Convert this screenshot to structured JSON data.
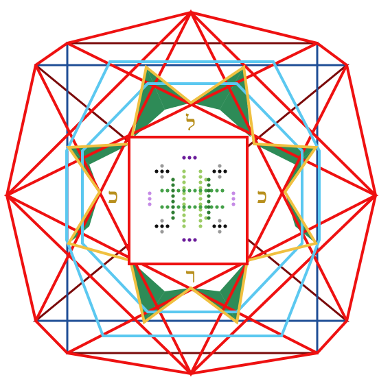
{
  "colors": {
    "background": "#ffffff",
    "outer_frame": "#ee1111",
    "dark_square": "#7a0a0a",
    "blue_star": "#1f4e96",
    "light_blue": "#5bc8f0",
    "gold": "#f0c040",
    "green_fill": "#2e8b57",
    "center_square": "#ee1111",
    "glyph": "#b8901e"
  },
  "glyphs": {
    "top": "ל",
    "bottom": "ר",
    "left": "כ",
    "right": "כ"
  },
  "dot_colors": {
    "black": "#111111",
    "gray": "#999999",
    "purple": "#6a1b9a",
    "lavender": "#c58ae6",
    "light_green": "#9ccc65",
    "green": "#2e7d32",
    "mid_green": "#43a047"
  }
}
